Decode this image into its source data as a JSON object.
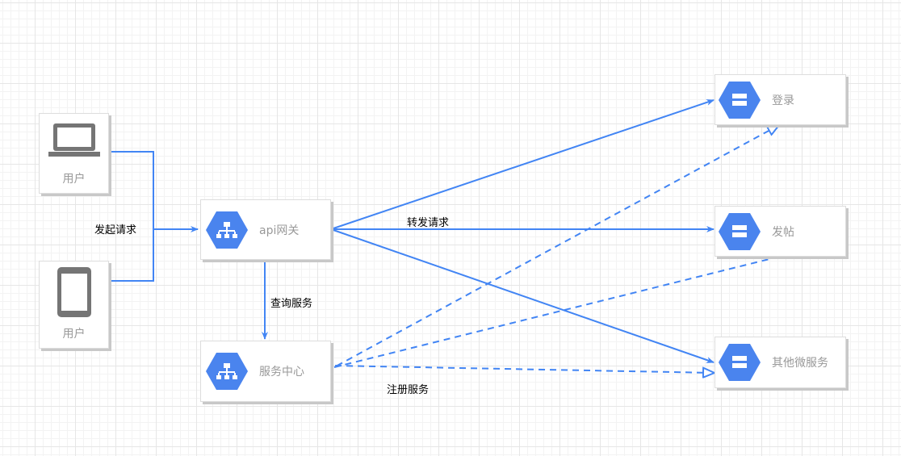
{
  "nodes": {
    "user_laptop": {
      "label": "用户",
      "icon": "laptop-icon"
    },
    "user_phone": {
      "label": "用户",
      "icon": "smartphone-icon"
    },
    "api_gateway": {
      "label": "api网关",
      "icon": "network-hex-icon"
    },
    "service_center": {
      "label": "服务中心",
      "icon": "network-hex-icon"
    },
    "login": {
      "label": "登录",
      "icon": "server-hex-icon"
    },
    "post": {
      "label": "发帖",
      "icon": "server-hex-icon"
    },
    "other": {
      "label": "其他微服务",
      "icon": "server-hex-icon"
    }
  },
  "edges": {
    "send_request": "发起请求",
    "forward_request": "转发请求",
    "query_service": "查询服务",
    "register_service": "注册服务"
  },
  "colors": {
    "edge": "#4285f4",
    "hex": "#4a84ee",
    "gray_icon": "#757575"
  }
}
